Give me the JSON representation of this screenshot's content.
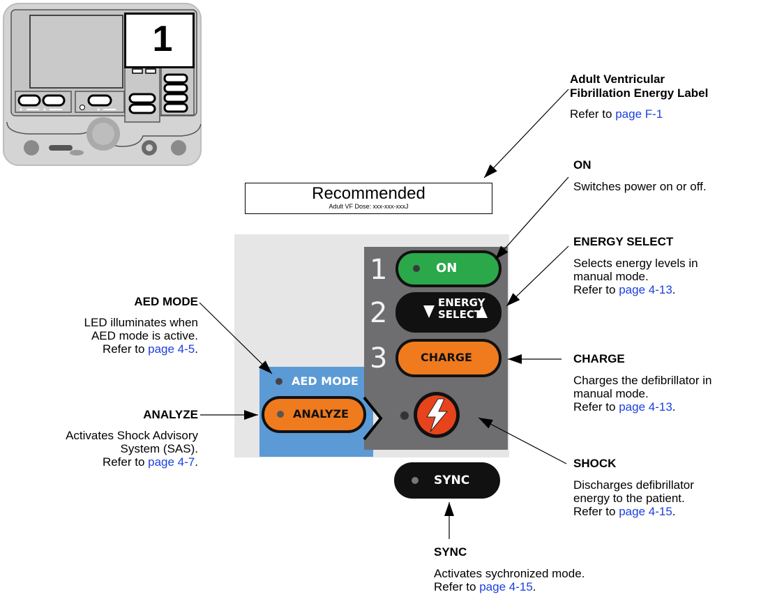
{
  "thumbnail": {
    "number": "1"
  },
  "energy_label": {
    "title": "Recommended",
    "subtitle": "Adult VF Dose: xxx-xxx-xxxJ"
  },
  "panel": {
    "step_numbers": [
      "1",
      "2",
      "3"
    ],
    "on_button": "ON",
    "energy_line1": "ENERGY",
    "energy_line2": "SELECT",
    "charge_button": "CHARGE",
    "aed_mode_led": "AED MODE",
    "analyze_button": "ANALYZE",
    "sync_button": "SYNC",
    "shock_icon": "lightning-bolt-icon"
  },
  "callouts": {
    "adult_vf": {
      "title_line1": "Adult Ventricular",
      "title_line2": "Fibrillation Energy Label",
      "desc_prefix": "Refer to ",
      "link": "page F-1"
    },
    "on": {
      "title": "ON",
      "desc": "Switches power on or off."
    },
    "energy_select": {
      "title": "ENERGY SELECT",
      "desc_line1": "Selects energy levels in",
      "desc_line2": "manual mode.",
      "desc_prefix": "Refer to ",
      "link": "page 4-13",
      "suffix": "."
    },
    "aed_mode": {
      "title": "AED MODE",
      "desc_line1": "LED illuminates when",
      "desc_line2": "AED mode is active.",
      "desc_prefix": "Refer to ",
      "link": "page 4-5",
      "suffix": "."
    },
    "charge": {
      "title": "CHARGE",
      "desc_line1": "Charges the defibrillator in",
      "desc_line2": "manual mode.",
      "desc_prefix": "Refer to ",
      "link": "page 4-13",
      "suffix": "."
    },
    "analyze": {
      "title": "ANALYZE",
      "desc_line1": "Activates Shock Advisory",
      "desc_line2": "System (SAS).",
      "desc_prefix": "Refer to ",
      "link": "page 4-7",
      "suffix": "."
    },
    "shock": {
      "title": "SHOCK",
      "desc_line1": "Discharges defibrillator",
      "desc_line2": "energy to the patient.",
      "desc_prefix": "Refer to ",
      "link": "page 4-15",
      "suffix": "."
    },
    "sync": {
      "title": "SYNC",
      "desc_line1": "Activates sychronized mode.",
      "desc_prefix": "Refer to ",
      "link": "page 4-15",
      "suffix": "."
    }
  },
  "colors": {
    "on_green": "#2aa84a",
    "orange": "#f07a1e",
    "panel_gray": "#6e6e70",
    "panel_blue": "#5b9ad5",
    "shock_red": "#e8441c",
    "link_blue": "#1a3fe0"
  }
}
